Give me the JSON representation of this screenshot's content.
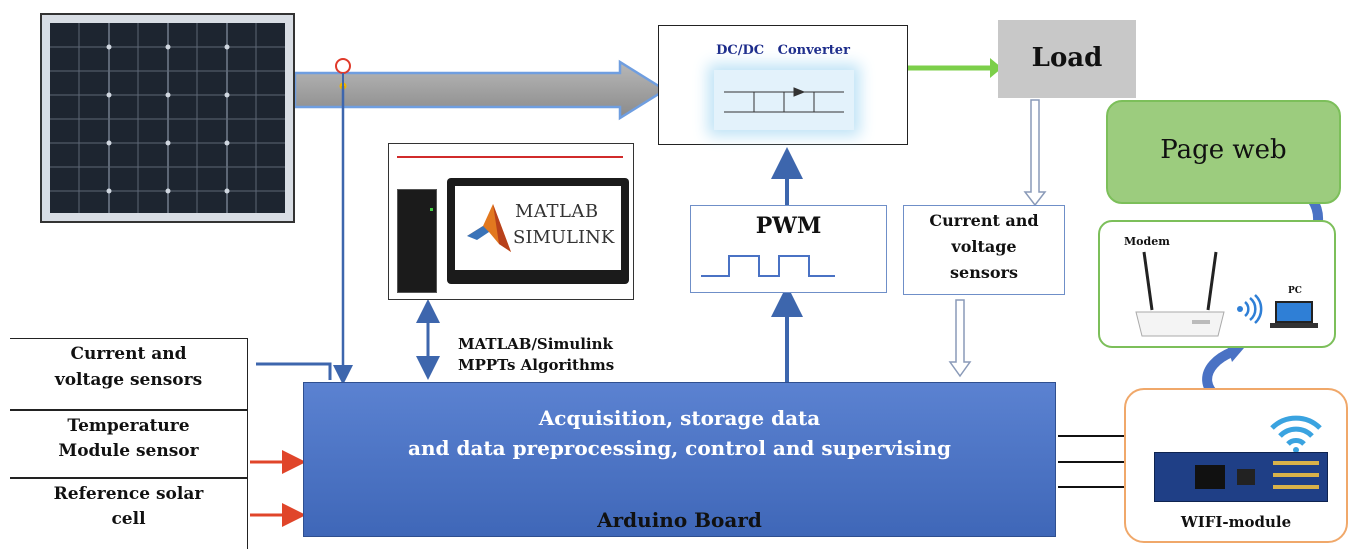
{
  "converter": {
    "label": "DC/DC   Converter"
  },
  "load": {
    "label": "Load"
  },
  "page_web": {
    "label": "Page web"
  },
  "modem": {
    "label": "Modem",
    "pc_label": "PC"
  },
  "software": {
    "logo_line1": "MATLAB",
    "logo_line2": "SIMULINK",
    "caption_line1": "MATLAB/Simulink",
    "caption_line2": "MPPTs Algorithms"
  },
  "pwm": {
    "label": "PWM"
  },
  "sensors_right": {
    "line1": "Current and",
    "line2": "voltage",
    "line3": "sensors"
  },
  "inputs": [
    {
      "line1": "Current and",
      "line2": "voltage sensors"
    },
    {
      "line1": "Temperature",
      "line2": "Module sensor"
    },
    {
      "line1": "Reference solar",
      "line2": "cell"
    }
  ],
  "arduino": {
    "line1": "Acquisition, storage data",
    "line2": "and data preprocessing, control and supervising",
    "name": "Arduino Board"
  },
  "wifi_module": {
    "label": "WIFI-module"
  },
  "colors": {
    "arduino_fill": "#4a72c4",
    "page_web_fill": "#9ccc7e",
    "green_border": "#7cbf5a",
    "orange_border": "#f0a86a",
    "arrow_blue": "#3d66ad",
    "arrow_red": "#e0452a",
    "arrow_green": "#7ccf4a"
  }
}
